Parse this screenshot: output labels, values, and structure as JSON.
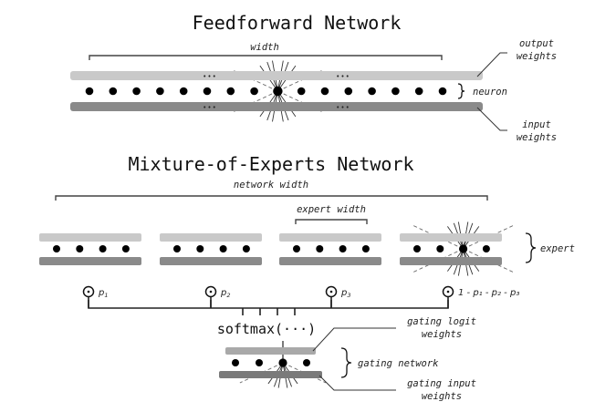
{
  "feedforward": {
    "title": "Feedforward Network",
    "width_label": "width",
    "output_weights_label_line1": "output",
    "output_weights_label_line2": "weights",
    "neuron_label": "neuron",
    "input_weights_label_line1": "input",
    "input_weights_label_line2": "weights",
    "neuron_count": 16,
    "active_neuron_index": 8,
    "ellipsis": "•••"
  },
  "moe": {
    "title": "Mixture-of-Experts Network",
    "network_width_label": "network width",
    "expert_width_label": "expert width",
    "expert_label": "expert",
    "expert_count": 4,
    "neurons_per_expert": 4,
    "active_expert_index": 3,
    "active_neuron_index": 2,
    "gate_symbol": "⊙",
    "probabilities": [
      {
        "base": "p",
        "sub": "1"
      },
      {
        "base": "p",
        "sub": "2"
      },
      {
        "base": "p",
        "sub": "3"
      },
      {
        "text": "1 - p₁ - p₂ - p₃"
      }
    ],
    "softmax_label": "softmax(···)",
    "gating_logit_weights_line1": "gating logit",
    "gating_logit_weights_line2": "weights",
    "gating_network_label": "gating network",
    "gating_input_weights_line1": "gating input",
    "gating_input_weights_line2": "weights",
    "gating_active_neuron_index": 2
  },
  "colors": {
    "output_weights": "#c9c9c9",
    "input_weights": "#8a8a8a",
    "neuron": "#000000"
  }
}
